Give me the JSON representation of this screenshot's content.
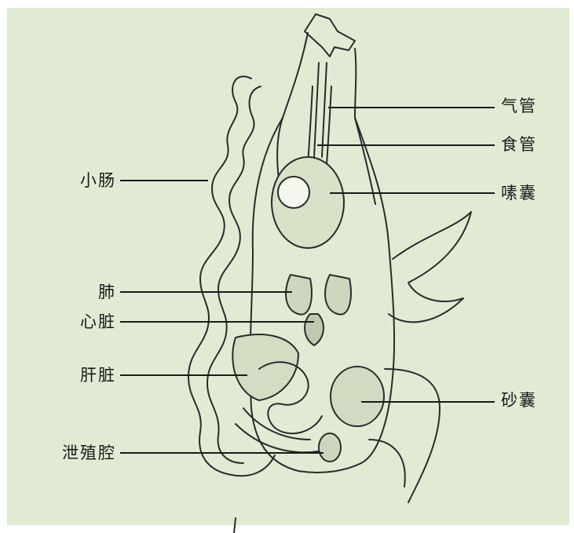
{
  "colors": {
    "background": "#e1ebd4",
    "ink": "#1a1a1a"
  },
  "labels": {
    "trachea": "气管",
    "esophagus": "食管",
    "crop": "嗉囊",
    "gizzard": "砂囊",
    "small_intestine": "小肠",
    "lung": "肺",
    "heart": "心脏",
    "liver": "肝脏",
    "cloaca": "泄殖腔"
  }
}
